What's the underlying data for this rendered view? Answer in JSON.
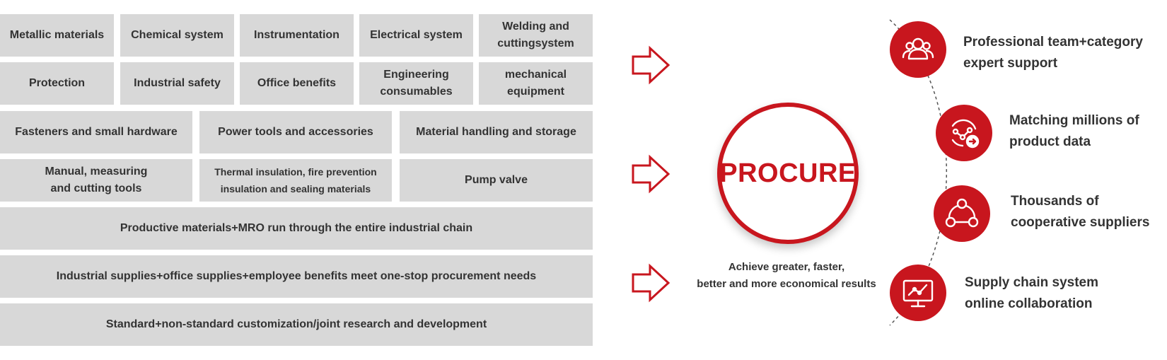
{
  "categories": [
    {
      "label": "Metallic materials"
    },
    {
      "label": "Chemical system"
    },
    {
      "label": "Instrumentation"
    },
    {
      "label": "Electrical system"
    },
    {
      "label": "Welding and\ncuttingsystem"
    },
    {
      "label": "Protection"
    },
    {
      "label": "Industrial safety"
    },
    {
      "label": "Office benefits"
    },
    {
      "label": "Engineering\nconsumables"
    },
    {
      "label": "mechanical\nequipment"
    },
    {
      "label": "Fasteners and small hardware"
    },
    {
      "label": "Power tools and accessories"
    },
    {
      "label": "Material handling and storage"
    },
    {
      "label": "Manual, measuring\nand cutting tools"
    },
    {
      "label": "Thermal insulation, fire prevention\ninsulation and sealing materials"
    },
    {
      "label": "Pump valve"
    }
  ],
  "banners": [
    {
      "label": "Productive materials+MRO run through the entire industrial chain"
    },
    {
      "label": "Industrial supplies+office supplies+employee benefits meet one-stop procurement needs"
    },
    {
      "label": "Standard+non-standard customization/joint research and development"
    }
  ],
  "center": {
    "title": "PROCURE",
    "result": "Achieve greater, faster,\nbetter and more economical results"
  },
  "features": [
    {
      "text": "Professional team+category\nexpert support",
      "icon": "team-icon"
    },
    {
      "text": "Matching millions of\nproduct data",
      "icon": "data-matching-icon"
    },
    {
      "text": "Thousands of\ncooperative suppliers",
      "icon": "network-icon"
    },
    {
      "text": "Supply chain system\nonline collaboration",
      "icon": "monitor-chart-icon"
    }
  ],
  "colors": {
    "accent": "#c8161e",
    "tile": "#d8d8d8",
    "text": "#333333"
  }
}
